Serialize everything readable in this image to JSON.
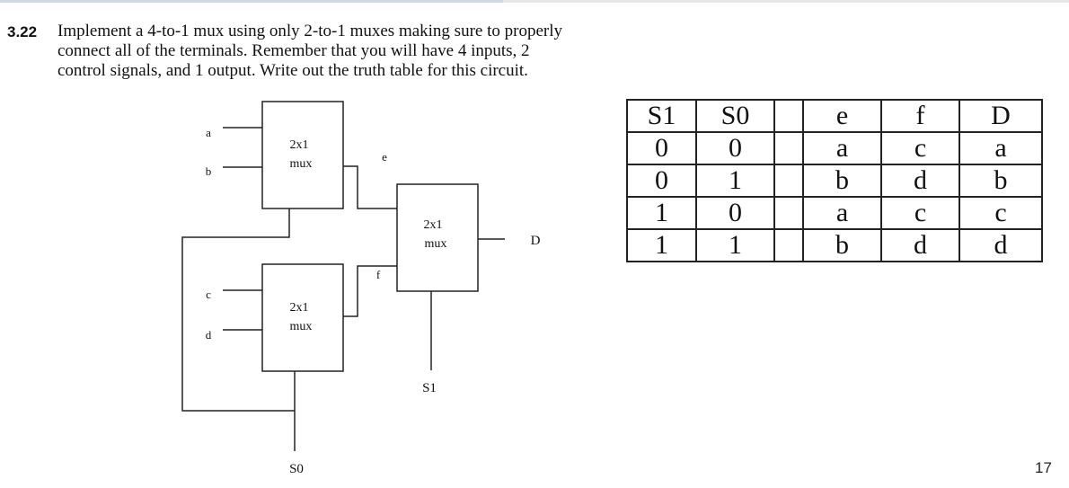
{
  "problem": {
    "number": "3.22",
    "lines": [
      "Implement a 4-to-1 mux using only 2-to-1 muxes making sure to properly",
      "connect all of the terminals. Remember that you will have 4 inputs, 2",
      "control signals, and 1 output. Write out the truth table for this circuit."
    ]
  },
  "circuit": {
    "inputs": [
      "a",
      "b",
      "c",
      "d"
    ],
    "mux_label_line1": "2x1",
    "mux_label_line2": "mux",
    "intermediate": [
      "e",
      "f"
    ],
    "output": "D",
    "selects": [
      "S0",
      "S1"
    ]
  },
  "truth_table": {
    "headers": [
      "S1",
      "S0",
      "",
      "e",
      "f",
      "D"
    ],
    "rows": [
      [
        "0",
        "0",
        "",
        "a",
        "c",
        "a"
      ],
      [
        "0",
        "1",
        "",
        "b",
        "d",
        "b"
      ],
      [
        "1",
        "0",
        "",
        "a",
        "c",
        "c"
      ],
      [
        "1",
        "1",
        "",
        "b",
        "d",
        "d"
      ]
    ]
  },
  "slide_number": "17"
}
